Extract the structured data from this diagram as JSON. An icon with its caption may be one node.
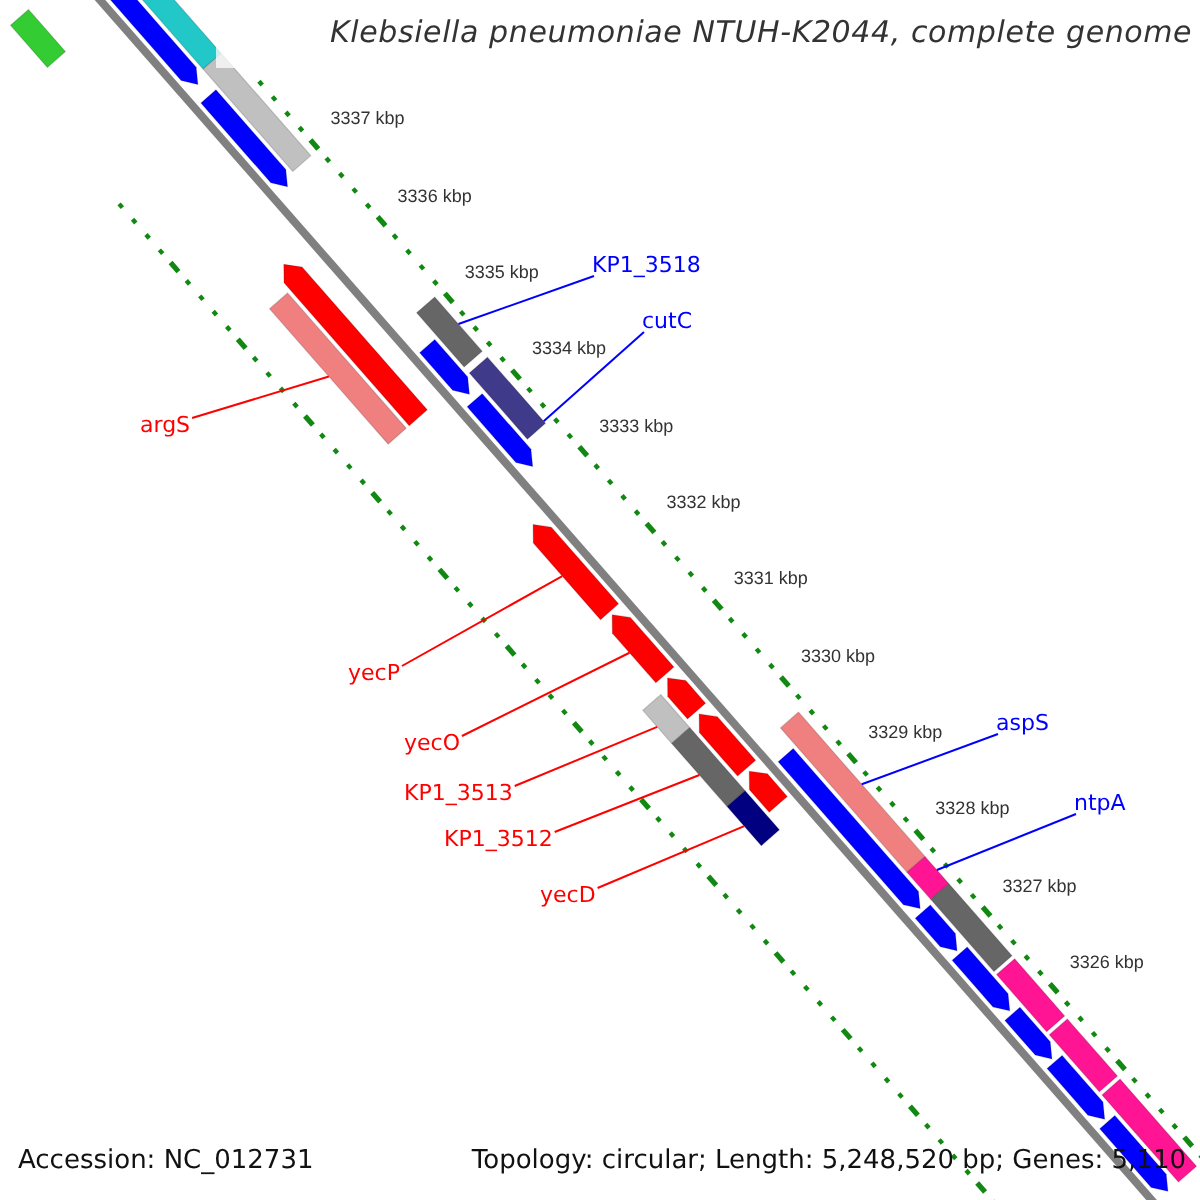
{
  "diagram": {
    "title": "Klebsiella pneumoniae NTUH-K2044, complete genome",
    "nodes": [
      {
        "text": [
          "KP1_3518"
        ]
      },
      {
        "text": [
          "cutC"
        ]
      },
      {
        "text": [
          "argS"
        ]
      },
      {
        "text": [
          "yecP"
        ]
      },
      {
        "text": [
          "aspS"
        ]
      },
      {
        "text": [
          "yecO"
        ]
      },
      {
        "text": [
          "KP1_3513"
        ]
      },
      {
        "text": [
          "ntpA"
        ]
      },
      {
        "text": [
          "KP1_3512"
        ]
      },
      {
        "text": [
          "yecD"
        ]
      },
      {
        "text": [],
        "shape": "arrow"
      },
      {
        "text": [],
        "shape": "bar"
      },
      {
        "text": [],
        "shape": "bar"
      },
      {
        "text": [],
        "shape": "bar"
      },
      {
        "text": [],
        "shape": "arrow"
      },
      {
        "text": [],
        "shape": "arrow"
      },
      {
        "text": [],
        "shape": "bar"
      },
      {
        "text": [],
        "shape": "bar"
      },
      {
        "text": [],
        "shape": "arrow"
      },
      {
        "text": [],
        "shape": "bar"
      },
      {
        "text": [],
        "shape": "arrow"
      },
      {
        "text": [],
        "shape": "arrow"
      },
      {
        "text": [],
        "shape": "arrow"
      },
      {
        "text": [],
        "shape": "arrow"
      },
      {
        "text": [],
        "shape": "bar"
      },
      {
        "text": [],
        "shape": "arrow"
      },
      {
        "text": [],
        "shape": "bar"
      },
      {
        "text": [],
        "shape": "bar"
      },
      {
        "text": [],
        "shape": "arrow"
      },
      {
        "text": [],
        "shape": "bar"
      },
      {
        "text": [],
        "shape": "arrow"
      },
      {
        "text": [],
        "shape": "bar"
      },
      {
        "text": [],
        "shape": "bar"
      },
      {
        "text": [],
        "shape": "arrow"
      },
      {
        "text": [],
        "shape": "arrow"
      },
      {
        "text": [],
        "shape": "bar"
      },
      {
        "text": [],
        "shape": "arrow"
      },
      {
        "text": [],
        "shape": "bar"
      },
      {
        "text": [],
        "shape": "arrow"
      },
      {
        "text": [],
        "shape": "bar"
      },
      {
        "text": [],
        "shape": "arrow"
      }
    ],
    "edges": [
      {
        "from": 0,
        "to": 17,
        "arrow": "none",
        "color": "#0000ff"
      },
      {
        "from": 1,
        "to": 19,
        "arrow": "none",
        "color": "#0000ff"
      },
      {
        "from": 2,
        "to": 16,
        "arrow": "none"
      },
      {
        "from": 3,
        "to": 21,
        "arrow": "none"
      },
      {
        "from": 4,
        "to": 27,
        "arrow": "none",
        "color": "#0000ff"
      },
      {
        "from": 5,
        "to": 22,
        "arrow": "none"
      },
      {
        "from": 6,
        "to": 24,
        "arrow": "none"
      },
      {
        "from": 7,
        "to": 31,
        "arrow": "none",
        "color": "#0000ff"
      },
      {
        "from": 8,
        "to": 26,
        "arrow": "none"
      },
      {
        "from": 9,
        "to": 29,
        "arrow": "none"
      }
    ],
    "labels": [
      "3337 kbp",
      "3336 kbp",
      "3335 kbp",
      "3334 kbp",
      "3333 kbp",
      "3332 kbp",
      "3331 kbp",
      "3330 kbp",
      "3329 kbp",
      "3328 kbp",
      "3327 kbp",
      "3326 kbp",
      "Accession: NC_012731",
      "Topology: circular; Length: 5,248,520 bp; Genes: 5,110"
    ]
  }
}
